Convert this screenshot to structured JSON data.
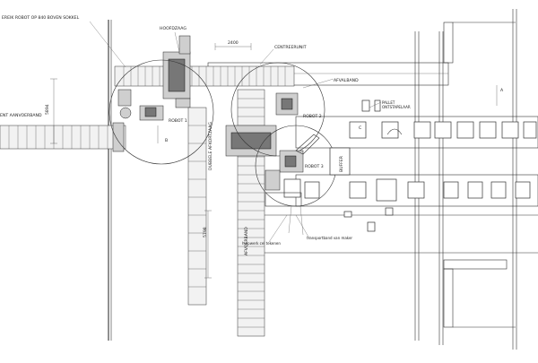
{
  "labels": {
    "robot_cell_note": "EREIK ROBOT OP 840 BOVEN SOKKEL",
    "hoofdzaag": "HOOFDZAAG",
    "dim_top": "2400",
    "centreerunit": "CENTREERUNIT",
    "afvalband": "AFVALBAND",
    "pallet_ontstapelaar_1": "PALLET",
    "pallet_ontstapelaar_2": "ONTSTAPELAAR",
    "dim_left": "5894",
    "aanvoerband": "ENT AANVOERBAND",
    "robot_1": "ROBOT 1",
    "robot_2": "ROBOT 2",
    "robot_3": "ROBOT 3",
    "dubbele_afkortzaag": "DUBBELE AFKORTZAAG",
    "buffer": "BUFFER",
    "marker_a": "A",
    "marker_b": "B",
    "marker_c": "C",
    "dim_lower": "5798",
    "afvoerband": "AFVOERBAND",
    "transportband": "transportband van maker",
    "hulpwerk": "hulpwerk cel tekenen"
  }
}
